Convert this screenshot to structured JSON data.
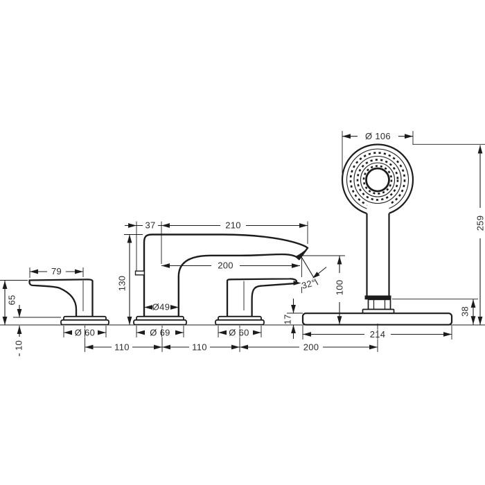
{
  "drawing": {
    "type": "bath-mixer-installation-dimension-drawing",
    "background": "#ffffff",
    "line_color": "#1c1c1c",
    "text_color": "#2b2b2b",
    "labels": {
      "head_dia": "Ø 106",
      "overall_height": "259",
      "holder_height": "38",
      "plate_width": "214",
      "plate_thickness": "17",
      "tip_height": "100",
      "spout_angle": "32°",
      "spout_offset": "37",
      "spout_reach_top": "210",
      "spout_reach": "200",
      "spout_height": "130",
      "spout_dia": "Ø49",
      "spout_base_dia": "Ø 69",
      "handle_width": "79",
      "handle_height": "65",
      "escutcheon_height": "10",
      "handle_base_dia": "Ø 60",
      "handle2_base_dia": "Ø 60",
      "spacing_left": "110",
      "spacing_mid": "110",
      "spacing_right": "200"
    }
  }
}
